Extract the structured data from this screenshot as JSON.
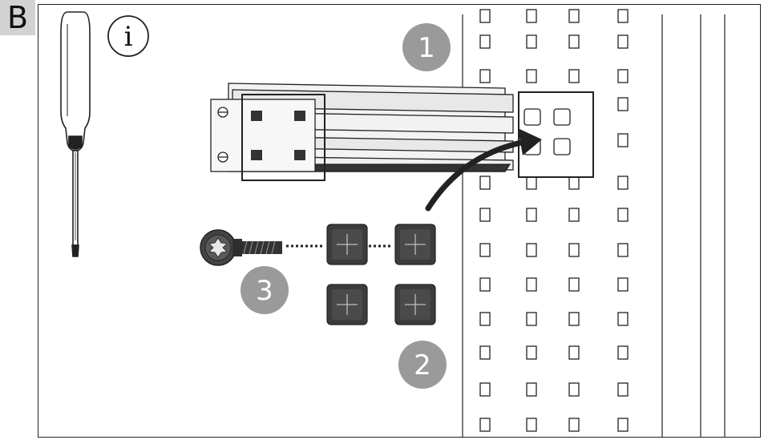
{
  "panel": {
    "section_label": "B",
    "info_symbol": "i"
  },
  "steps": {
    "step1": "1",
    "step2": "2",
    "step3": "3"
  },
  "colors": {
    "step_badge": "#9a9a9a",
    "line": "#222222",
    "cage_nut": "#3c3c3c",
    "highlight_box": "#222222"
  },
  "icons": {
    "tool": "torx-screwdriver-icon",
    "info": "info-icon",
    "arrow": "insert-arrow-icon",
    "screw": "torx-screw-icon",
    "nut": "cage-nut-icon"
  }
}
